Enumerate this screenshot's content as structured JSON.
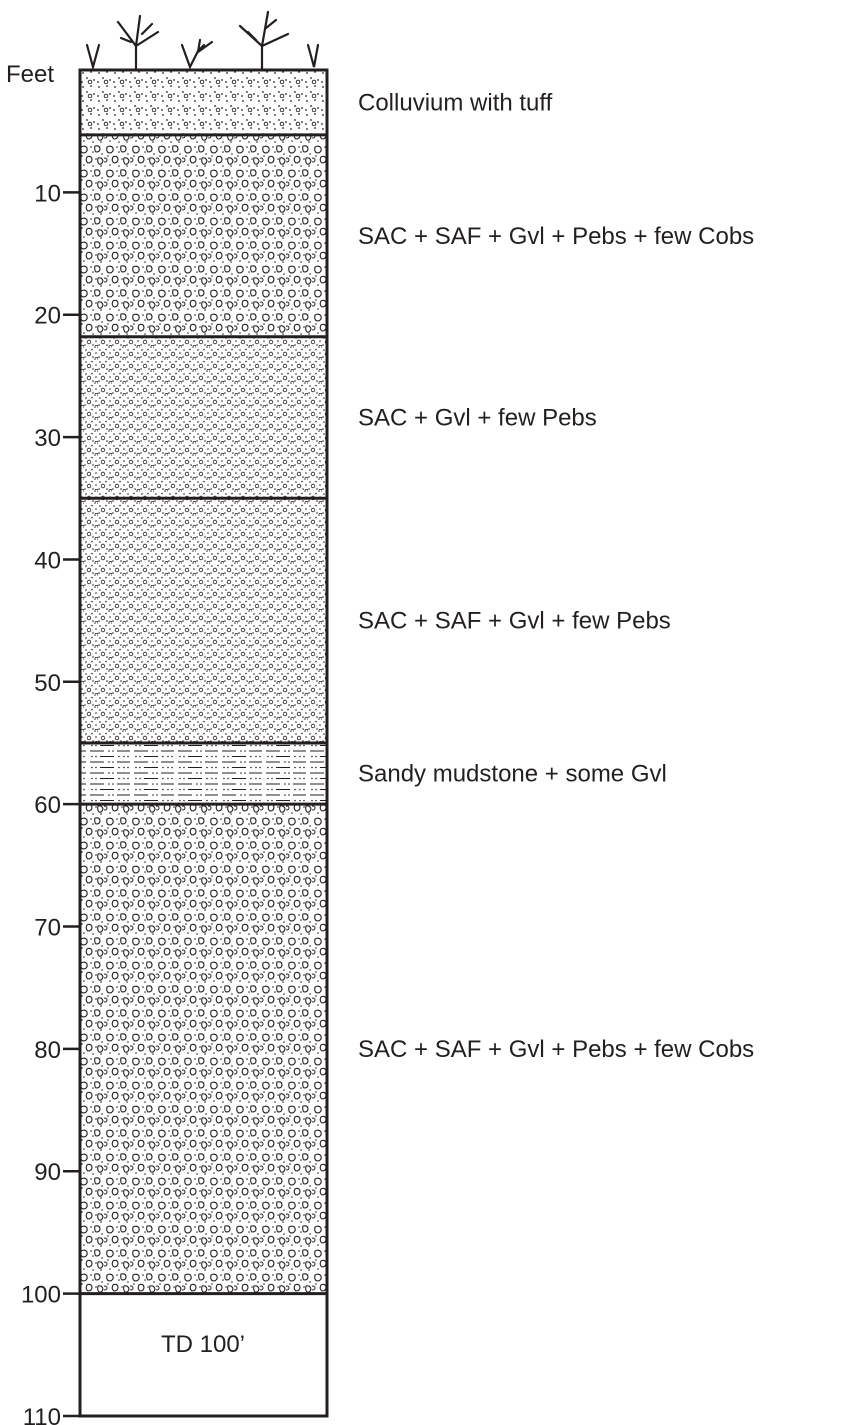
{
  "axis": {
    "unit_label": "Feet",
    "ticks": [
      "10",
      "20",
      "30",
      "40",
      "50",
      "60",
      "70",
      "80",
      "90",
      "100",
      "110"
    ]
  },
  "depth_range_ft": [
    0,
    110
  ],
  "layers": [
    {
      "top_ft": 0,
      "bottom_ft": 5.3,
      "pattern": "fine-sand-dots",
      "label": "Colluvium with tuff"
    },
    {
      "top_ft": 5.3,
      "bottom_ft": 21.8,
      "pattern": "gravel-pebbles-cobbles",
      "label": "SAC + SAF + Gvl + Pebs + few Cobs"
    },
    {
      "top_ft": 21.8,
      "bottom_ft": 35.0,
      "pattern": "sand-gravel-dots",
      "label": "SAC + Gvl + few Pebs"
    },
    {
      "top_ft": 35.0,
      "bottom_ft": 55.0,
      "pattern": "sand-gravel-dots",
      "label": "SAC + SAF + Gvl + few Pebs"
    },
    {
      "top_ft": 55.0,
      "bottom_ft": 60.0,
      "pattern": "sandy-mudstone-dashes",
      "label": "Sandy mudstone + some Gvl"
    },
    {
      "top_ft": 60.0,
      "bottom_ft": 100.0,
      "pattern": "gravel-pebbles-cobbles",
      "label": "SAC + SAF + Gvl + Pebs + few Cobs"
    }
  ],
  "total_depth_label": "TD 100’",
  "surface_symbol": "vegetation-icon"
}
